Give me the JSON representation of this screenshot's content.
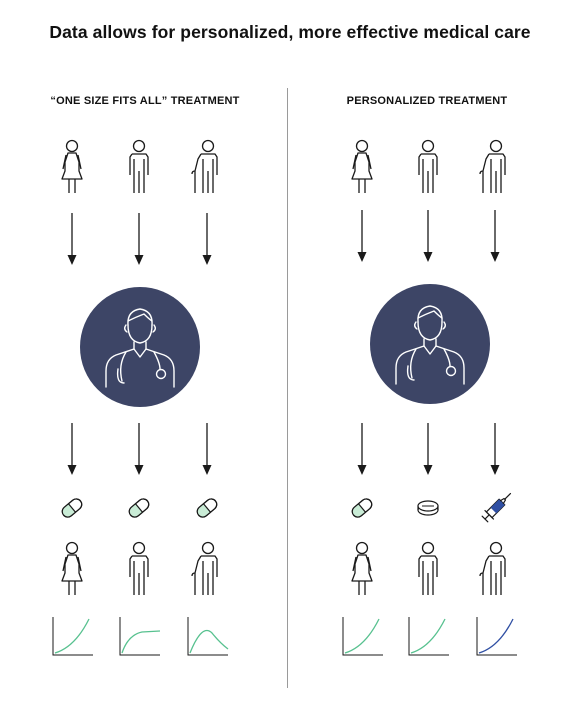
{
  "title": "Data allows for personalized, more effective medical care",
  "left_panel": {
    "label": "“ONE SIZE FITS ALL” TREATMENT",
    "treatments": [
      "pill-icon",
      "pill-icon",
      "pill-icon"
    ]
  },
  "right_panel": {
    "label": "PERSONALIZED TREATMENT",
    "treatments": [
      "pill-icon",
      "tablet-icon",
      "syringe-icon"
    ]
  },
  "colors": {
    "doctor_circle": "#3d4566",
    "line": "#1a1a1a",
    "pill_accent": "#c9ecd6",
    "curve_green": "#57c18f",
    "curve_blue": "#2f4fa3",
    "syringe": "#2f4fa3"
  }
}
